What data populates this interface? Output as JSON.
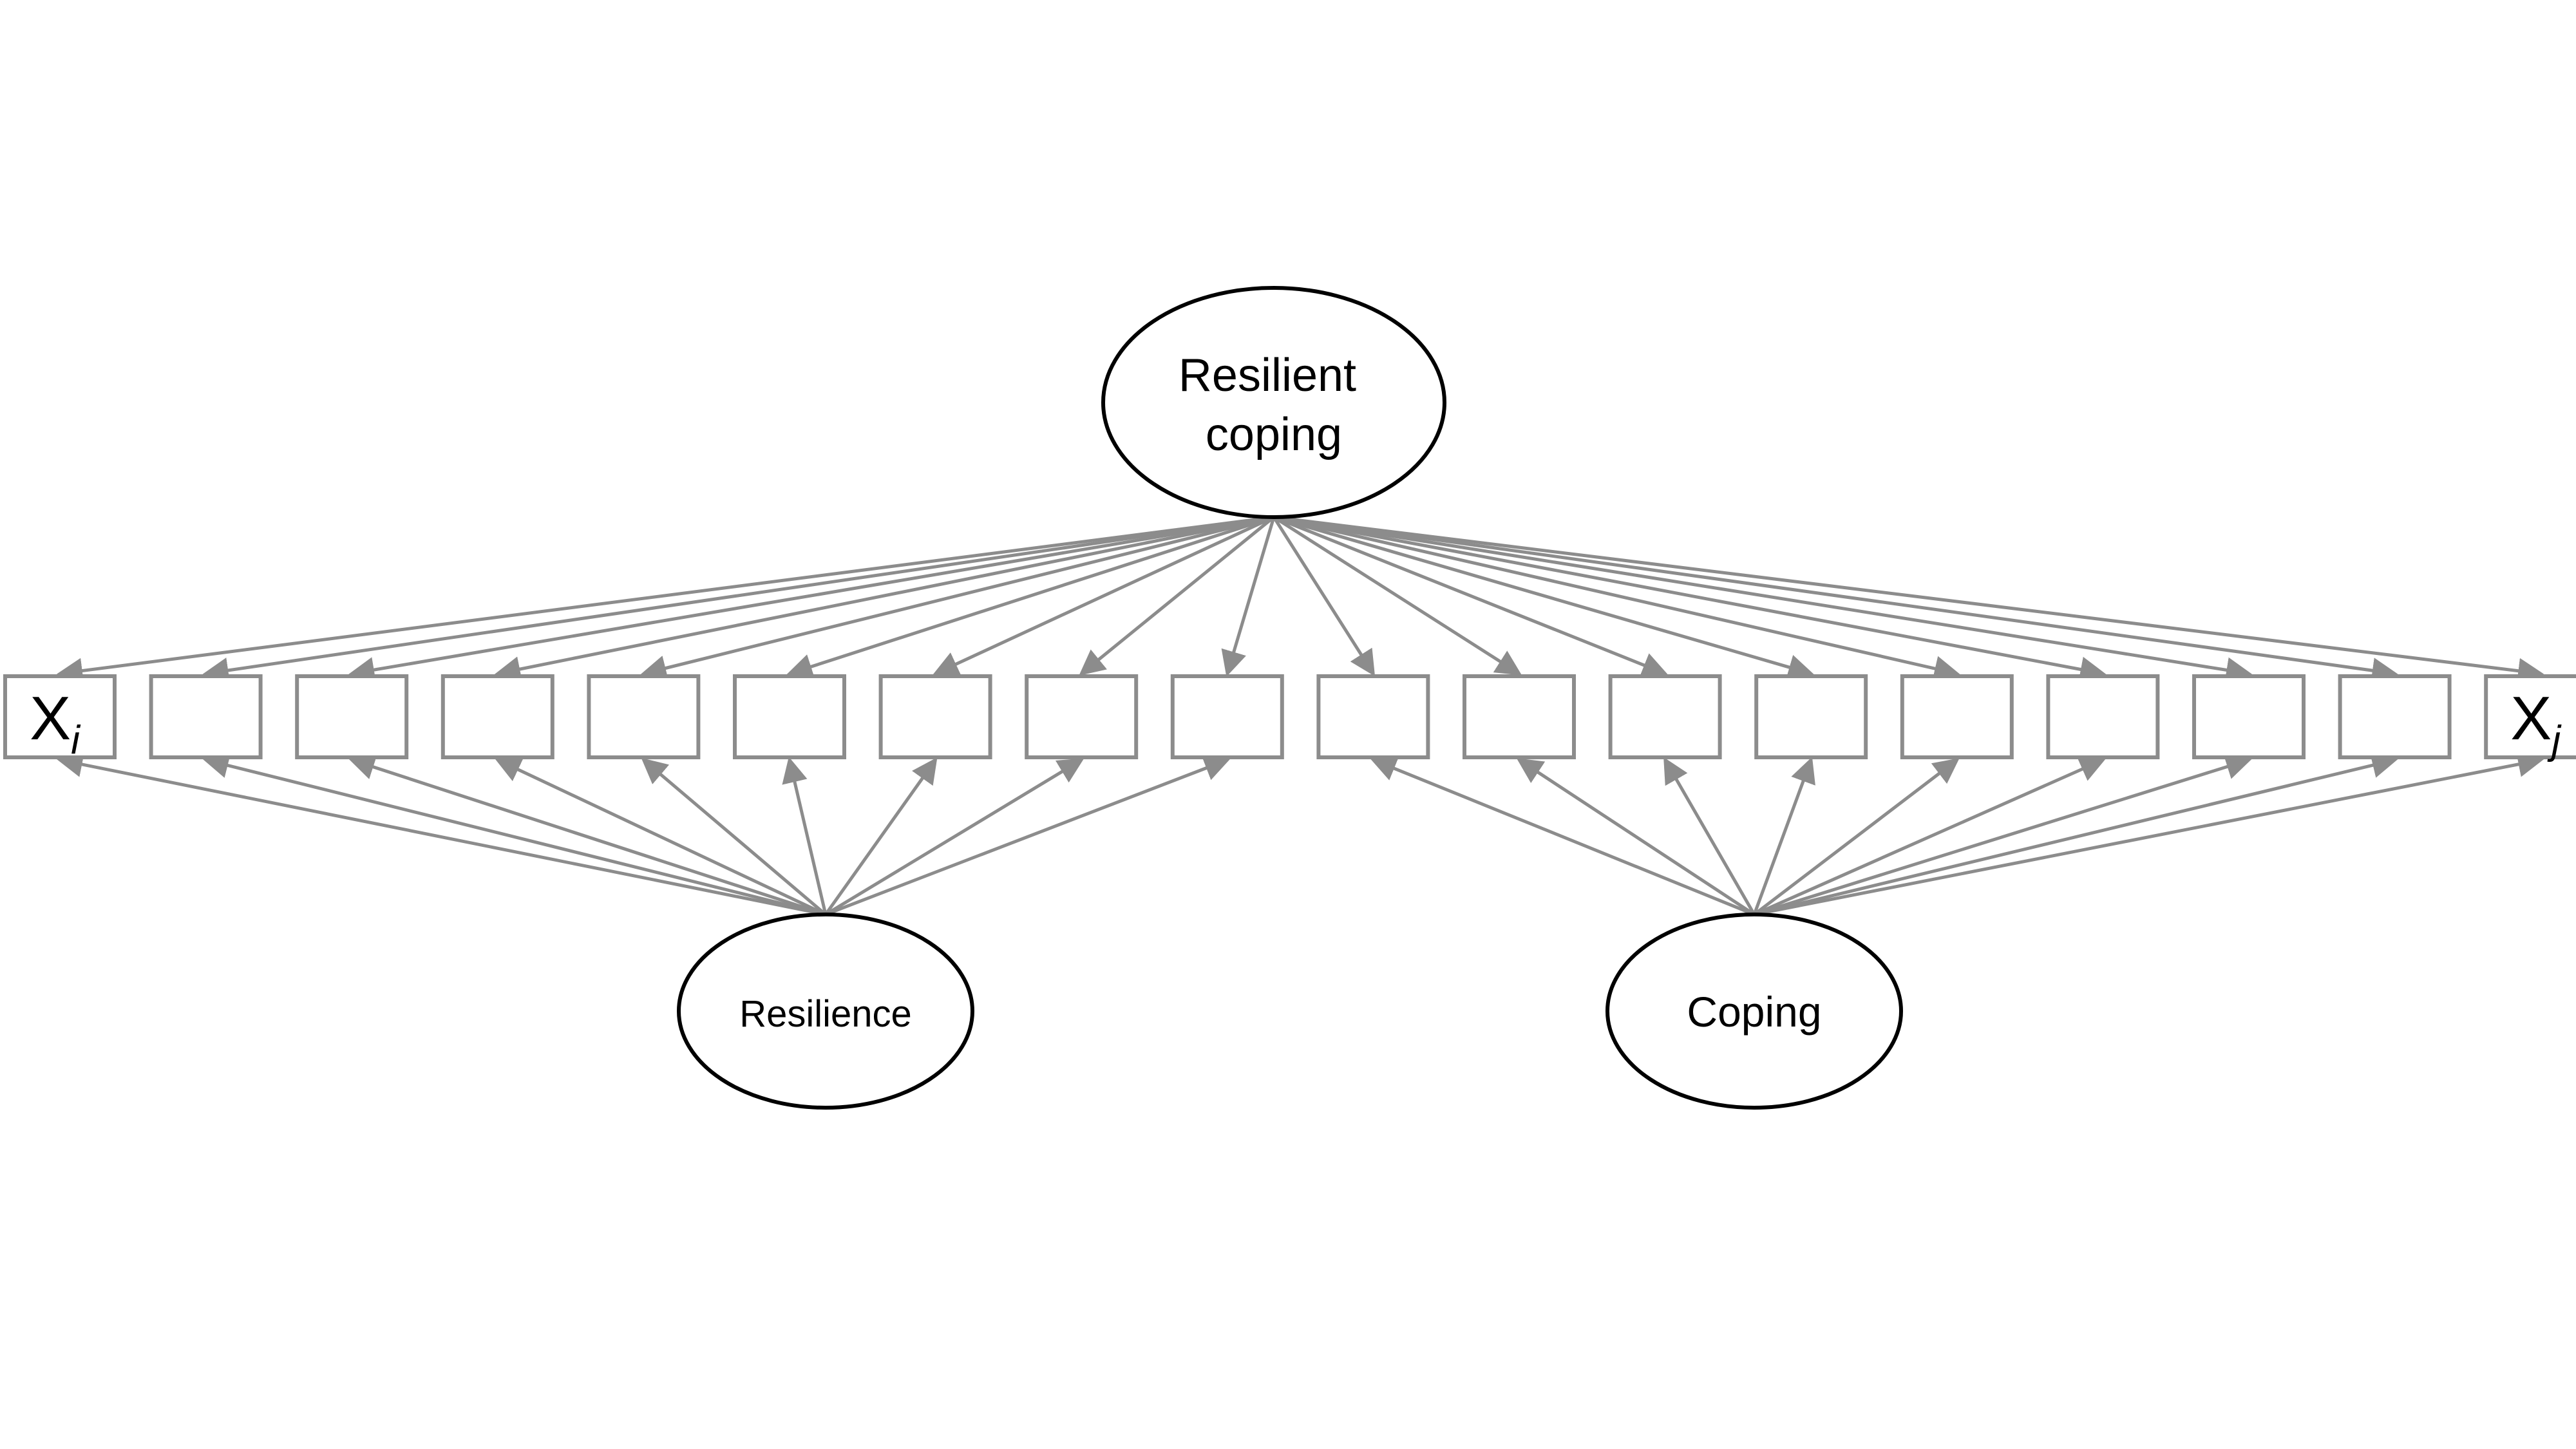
{
  "diagram": {
    "general_factor": {
      "line1": "Resilient",
      "line2": "coping"
    },
    "specific_factors": {
      "left": "Resilience",
      "right": "Coping"
    },
    "indicators": {
      "first": {
        "base": "X",
        "subscript": "i"
      },
      "last": {
        "base": "X",
        "subscript": "j"
      },
      "count": 18
    },
    "loadings": {
      "general_factor_to_indicators": 18,
      "resilience_to_indicators": 9,
      "coping_to_indicators": 9
    },
    "colors": {
      "ellipse_stroke": "#000000",
      "indicator_stroke": "#8c8c8c",
      "arrow_color": "#8c8c8c"
    }
  }
}
